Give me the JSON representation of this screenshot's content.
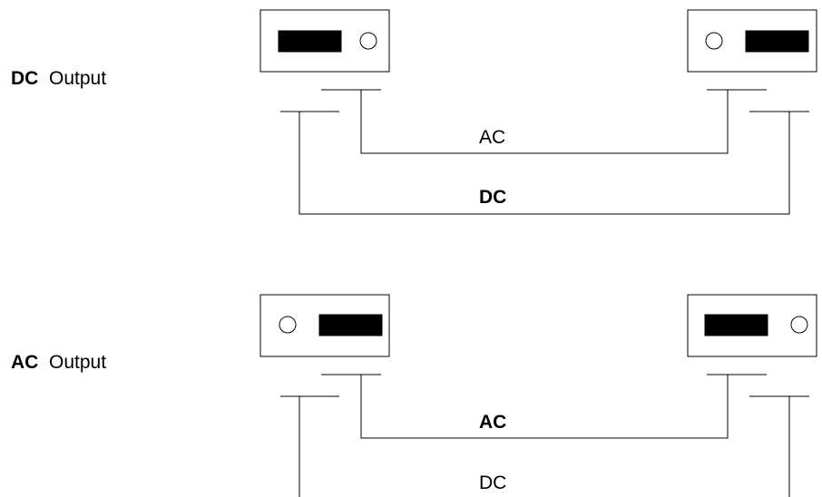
{
  "top_panel": {
    "mode_bold": "DC",
    "mode_rest": "Output",
    "upper_line_label": "AC",
    "lower_line_label": "DC",
    "bold_line": "lower"
  },
  "bottom_panel": {
    "mode_bold": "AC",
    "mode_rest": "Output",
    "upper_line_label": "AC",
    "lower_line_label": "DC",
    "bold_line": "upper"
  },
  "icons": [
    "switch-box",
    "toggle-lever",
    "indicator-lamp",
    "contact-terminal"
  ],
  "colors": {
    "line": "#000000",
    "background": "#ffffff"
  }
}
